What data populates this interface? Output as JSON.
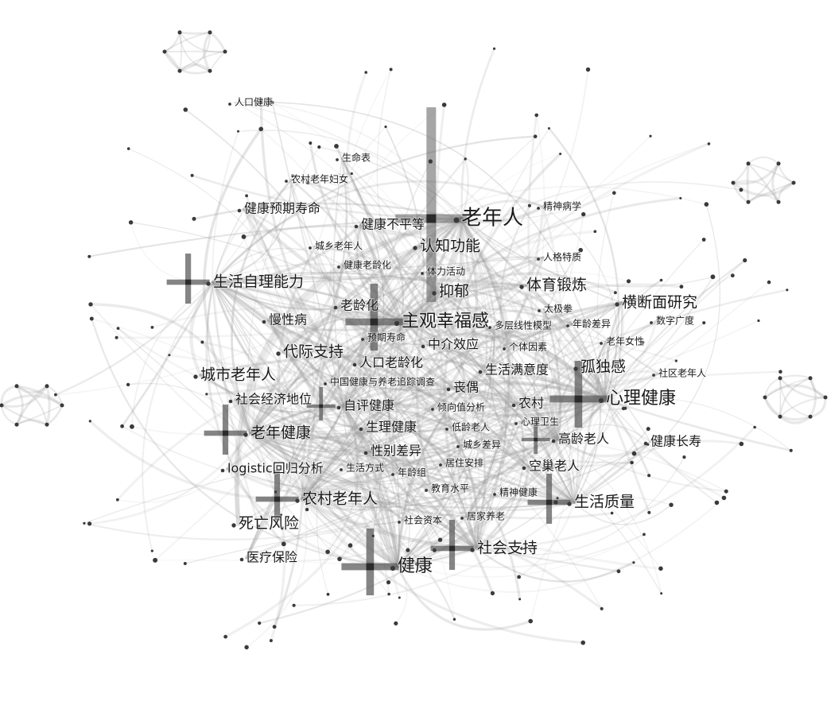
{
  "keywords": [
    {
      "id": "laonianren",
      "label": "老年人",
      "size": 5,
      "hub": true
    },
    {
      "id": "zhuguanxingfugan",
      "label": "主观幸福感",
      "size": 4,
      "hub": true
    },
    {
      "id": "xinlijiankang",
      "label": "心理健康",
      "size": 4,
      "hub": true
    },
    {
      "id": "jiankang",
      "label": "健康",
      "size": 4,
      "hub": true
    },
    {
      "id": "shenghuoziliNengli",
      "label": "生活自理能力",
      "size": 3,
      "hub": true
    },
    {
      "id": "laonianjiankang",
      "label": "老年健康",
      "size": 3,
      "hub": true
    },
    {
      "id": "nongcunlaonianren",
      "label": "农村老年人",
      "size": 3,
      "hub": true
    },
    {
      "id": "shenghuozhiliang",
      "label": "生活质量",
      "size": 3,
      "hub": true
    },
    {
      "id": "shehuizhichi",
      "label": "社会支持",
      "size": 3,
      "hub": true
    },
    {
      "id": "gaolinglaoren",
      "label": "高龄老人",
      "size": 2,
      "hub": true
    },
    {
      "id": "zipingjiankang",
      "label": "自评健康",
      "size": 2,
      "hub": true
    },
    {
      "id": "renzhigongneng",
      "label": "认知功能",
      "size": 3,
      "hub": false
    },
    {
      "id": "yiyu",
      "label": "抑郁",
      "size": 3,
      "hub": false
    },
    {
      "id": "tiyuduanlian",
      "label": "体育锻炼",
      "size": 3,
      "hub": false
    },
    {
      "id": "hengduanmianyanjiu",
      "label": "横断面研究",
      "size": 3,
      "hub": false
    },
    {
      "id": "gudugan",
      "label": "孤独感",
      "size": 3,
      "hub": false
    },
    {
      "id": "jiankangchangshou",
      "label": "健康长寿",
      "size": 2,
      "hub": false
    },
    {
      "id": "chengshilaonianren",
      "label": "城市老年人",
      "size": 3,
      "hub": false
    },
    {
      "id": "daijizhichi",
      "label": "代际支持",
      "size": 3,
      "hub": false
    },
    {
      "id": "siwangfengxian",
      "label": "死亡风险",
      "size": 3,
      "hub": false
    },
    {
      "id": "yiliaobaoxian",
      "label": "医疗保险",
      "size": 2,
      "hub": false
    },
    {
      "id": "manxingbing",
      "label": "慢性病",
      "size": 2,
      "hub": false
    },
    {
      "id": "laolinghua",
      "label": "老龄化",
      "size": 2,
      "hub": false
    },
    {
      "id": "renkoulaolinghua",
      "label": "人口老龄化",
      "size": 2,
      "hub": false
    },
    {
      "id": "shenghuomanyidu",
      "label": "生活满意度",
      "size": 2,
      "hub": false
    },
    {
      "id": "zhongjiexiaoying",
      "label": "中介效应",
      "size": 2,
      "hub": false
    },
    {
      "id": "shehuijingjidiwei",
      "label": "社会经济地位",
      "size": 2,
      "hub": false
    },
    {
      "id": "shenglijiankang",
      "label": "生理健康",
      "size": 2,
      "hub": false
    },
    {
      "id": "xingbiechayi",
      "label": "性别差异",
      "size": 2,
      "hub": false
    },
    {
      "id": "logistic",
      "label": "logistic回归分析",
      "size": 2,
      "hub": false
    },
    {
      "id": "nongcun",
      "label": "农村",
      "size": 2,
      "hub": false
    },
    {
      "id": "kongchaolaoren",
      "label": "空巢老人",
      "size": 2,
      "hub": false
    },
    {
      "id": "jiankangbupingdeng",
      "label": "健康不平等",
      "size": 2,
      "hub": false
    },
    {
      "id": "jiankangyuqishouming",
      "label": "健康预期寿命",
      "size": 2,
      "hub": false
    },
    {
      "id": "renkoujiankang",
      "label": "人口健康",
      "size": 1,
      "hub": false
    },
    {
      "id": "shengmingbiao",
      "label": "生命表",
      "size": 1,
      "hub": false
    },
    {
      "id": "nongcunlaonianfunv",
      "label": "农村老年妇女",
      "size": 1,
      "hub": false
    },
    {
      "id": "chengxianglaonianren",
      "label": "城乡老年人",
      "size": 1,
      "hub": false
    },
    {
      "id": "jiankanglaolinghua",
      "label": "健康老龄化",
      "size": 1,
      "hub": false
    },
    {
      "id": "tilihuodong",
      "label": "体力活动",
      "size": 1,
      "hub": false
    },
    {
      "id": "jingshenbingxue",
      "label": "精神病学",
      "size": 1,
      "hub": false
    },
    {
      "id": "rengetezhi",
      "label": "人格特质",
      "size": 1,
      "hub": false
    },
    {
      "id": "taijiquan",
      "label": "太极拳",
      "size": 1,
      "hub": false
    },
    {
      "id": "duocengxianxingmoxing",
      "label": "多层线性模型",
      "size": 1,
      "hub": false
    },
    {
      "id": "nianlingchayi",
      "label": "年龄差异",
      "size": 1,
      "hub": false
    },
    {
      "id": "shuziguangdu",
      "label": "数字广度",
      "size": 1,
      "hub": false
    },
    {
      "id": "laonianvxing",
      "label": "老年女性",
      "size": 1,
      "hub": false
    },
    {
      "id": "getiyinsu",
      "label": "个体因素",
      "size": 1,
      "hub": false
    },
    {
      "id": "yuqishouming",
      "label": "预期寿命",
      "size": 1,
      "hub": false
    },
    {
      "id": "shequlaonianren",
      "label": "社区老年人",
      "size": 1,
      "hub": false
    },
    {
      "id": "zhongguojiankang",
      "label": "中国健康与养老追踪调查",
      "size": 1,
      "hub": false
    },
    {
      "id": "sangou",
      "label": "丧偶",
      "size": 2,
      "hub": false
    },
    {
      "id": "qingxiangzhi",
      "label": "倾向值分析",
      "size": 1,
      "hub": false
    },
    {
      "id": "xinliweisheng",
      "label": "心理卫生",
      "size": 1,
      "hub": false
    },
    {
      "id": "dilinglaoren",
      "label": "低龄老人",
      "size": 1,
      "hub": false
    },
    {
      "id": "chengxiangchayi",
      "label": "城乡差异",
      "size": 1,
      "hub": false
    },
    {
      "id": "shenghuofangshi",
      "label": "生活方式",
      "size": 1,
      "hub": false
    },
    {
      "id": "juzhuanpai",
      "label": "居住安排",
      "size": 1,
      "hub": false
    },
    {
      "id": "nianlingzu",
      "label": "年龄组",
      "size": 1,
      "hub": false
    },
    {
      "id": "jiaoyushuiping",
      "label": "教育水平",
      "size": 1,
      "hub": false
    },
    {
      "id": "jingshenjiankang",
      "label": "精神健康",
      "size": 1,
      "hub": false
    },
    {
      "id": "shehuiziben",
      "label": "社会资本",
      "size": 1,
      "hub": false
    },
    {
      "id": "jujiayanglao",
      "label": "居家养老",
      "size": 1,
      "hub": false
    }
  ]
}
